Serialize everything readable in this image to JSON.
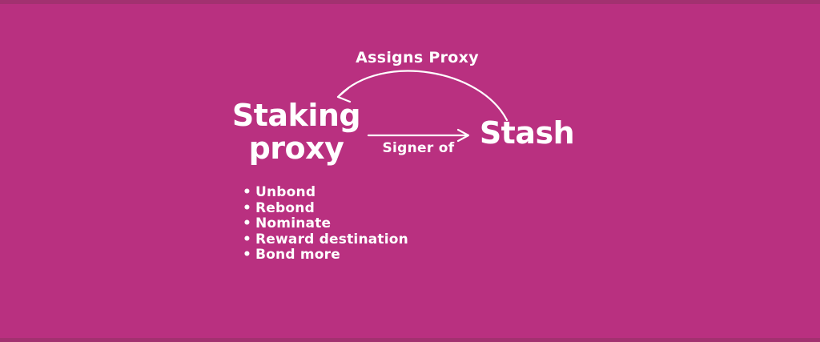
{
  "canvas": {
    "background_color": "#b93080",
    "edge_strip_color": "#a23170",
    "text_color": "#ffffff",
    "arrow_color": "#ffffff"
  },
  "diagram": {
    "nodes": {
      "staking_proxy": {
        "line1": "Staking",
        "line2": "proxy"
      },
      "stash": {
        "label": "Stash"
      }
    },
    "edges": {
      "assigns_proxy": {
        "label": "Assigns Proxy",
        "from": "Stash",
        "to": "Staking proxy",
        "style": "curved-arc"
      },
      "signer_of": {
        "label": "Signer of",
        "from": "Staking proxy",
        "to": "Stash",
        "style": "straight"
      }
    },
    "bullets": {
      "marker": "•",
      "items": [
        "Unbond",
        "Rebond",
        "Nominate",
        "Reward destination",
        "Bond more"
      ]
    }
  }
}
